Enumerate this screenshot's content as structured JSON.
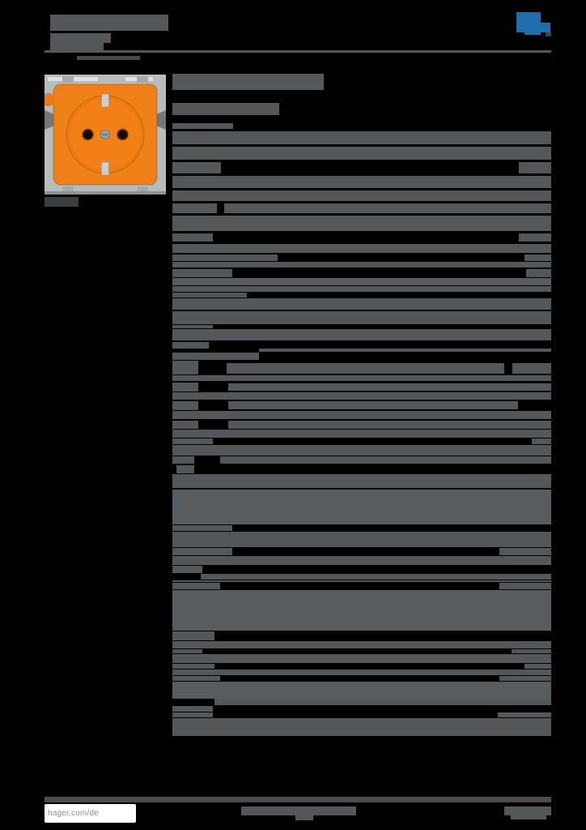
{
  "meta": {
    "document_kind": "product-datasheet-page",
    "visible_state": "text-redacted"
  },
  "colors": {
    "page_background": "#000000",
    "redaction_bar": "#54575a",
    "redaction_bar_light": "#595c5e",
    "footer_rule": "#4a4d4f",
    "caption_bar": "#3b3e40",
    "brand_blue": "#1e6fa9",
    "product_orange": "#f08119",
    "photo_background": "#b9bcbd"
  },
  "header": {
    "logo_icon": "hager-logo",
    "bars": [
      [
        62,
        18,
        146,
        20
      ],
      [
        62,
        41,
        75,
        12
      ],
      [
        62,
        53,
        66,
        10
      ],
      [
        55,
        62,
        626,
        3
      ],
      [
        95,
        69,
        78,
        5,
        "#46494b"
      ]
    ],
    "logo_parts": [
      [
        638,
        15,
        30,
        25,
        "blue"
      ],
      [
        668,
        28,
        12,
        12,
        "blue"
      ],
      [
        648,
        40,
        20,
        3,
        "blue"
      ],
      [
        674,
        40,
        7,
        5,
        "#3f4244"
      ]
    ]
  },
  "product": {
    "photo_icon": "orange-schuko-socket-photo",
    "caption_bars": [
      [
        55,
        243,
        42,
        12,
        "#3b3e40"
      ]
    ]
  },
  "title_block": {
    "bars": [
      [
        213,
        91,
        187,
        20
      ],
      [
        213,
        127,
        132,
        15
      ],
      [
        213,
        152,
        75,
        7
      ]
    ]
  },
  "body": {
    "bars": [
      [
        213,
        162,
        468,
        16
      ],
      [
        213,
        181,
        468,
        16
      ],
      [
        213,
        200,
        60,
        14
      ],
      [
        641,
        200,
        40,
        14
      ],
      [
        213,
        217,
        468,
        15
      ],
      [
        213,
        235,
        468,
        13
      ],
      [
        213,
        251,
        55,
        12
      ],
      [
        277,
        251,
        404,
        12
      ],
      [
        213,
        266,
        468,
        19
      ],
      [
        213,
        288,
        50,
        10
      ],
      [
        641,
        288,
        40,
        10
      ],
      [
        213,
        301,
        468,
        11
      ],
      [
        213,
        314,
        130,
        8
      ],
      [
        648,
        314,
        33,
        8
      ],
      [
        213,
        323,
        468,
        7
      ],
      [
        213,
        332,
        74,
        10
      ],
      [
        650,
        332,
        31,
        10
      ],
      [
        213,
        343,
        468,
        9,
        "#595c5e"
      ],
      [
        213,
        353,
        468,
        7
      ],
      [
        213,
        361,
        92,
        6
      ],
      [
        213,
        368,
        468,
        14
      ],
      [
        213,
        384,
        468,
        16
      ],
      [
        213,
        401,
        50,
        4
      ],
      [
        213,
        406,
        468,
        14
      ],
      [
        213,
        422,
        45,
        8
      ],
      [
        320,
        430,
        361,
        4
      ],
      [
        213,
        435,
        107,
        9
      ],
      [
        213,
        445,
        32,
        17
      ],
      [
        280,
        448,
        343,
        13
      ],
      [
        633,
        448,
        48,
        13
      ],
      [
        213,
        463,
        468,
        7
      ],
      [
        213,
        472,
        32,
        11
      ],
      [
        282,
        473,
        399,
        9
      ],
      [
        213,
        484,
        468,
        9
      ],
      [
        213,
        495,
        32,
        11
      ],
      [
        282,
        495,
        358,
        10
      ],
      [
        213,
        507,
        468,
        10
      ],
      [
        213,
        519,
        32,
        10
      ],
      [
        282,
        519,
        399,
        10
      ],
      [
        213,
        530,
        468,
        10
      ],
      [
        213,
        541,
        50,
        7
      ],
      [
        657,
        541,
        24,
        7
      ],
      [
        213,
        549,
        468,
        13
      ],
      [
        213,
        563,
        27,
        9
      ],
      [
        272,
        563,
        409,
        9
      ],
      [
        218,
        574,
        22,
        10
      ],
      [
        213,
        585,
        468,
        17
      ],
      [
        213,
        604,
        468,
        43,
        "#595c5e"
      ],
      [
        213,
        648,
        74,
        7
      ],
      [
        213,
        656,
        468,
        19
      ],
      [
        213,
        676,
        74,
        9
      ],
      [
        617,
        676,
        64,
        9
      ],
      [
        213,
        686,
        468,
        11
      ],
      [
        213,
        698,
        37,
        9
      ],
      [
        248,
        708,
        433,
        7
      ],
      [
        213,
        716,
        468,
        2
      ],
      [
        213,
        719,
        59,
        8
      ],
      [
        617,
        719,
        64,
        8
      ],
      [
        213,
        728,
        468,
        50,
        "#595c5e"
      ],
      [
        213,
        779,
        52,
        11
      ],
      [
        213,
        791,
        468,
        9
      ],
      [
        213,
        801,
        37,
        5
      ],
      [
        632,
        801,
        49,
        5
      ],
      [
        213,
        807,
        468,
        11
      ],
      [
        213,
        819,
        52,
        6
      ],
      [
        648,
        819,
        33,
        6
      ],
      [
        213,
        826,
        468,
        7
      ],
      [
        213,
        834,
        59,
        6
      ],
      [
        617,
        834,
        64,
        6
      ],
      [
        213,
        841,
        468,
        21,
        "#595c5e"
      ],
      [
        265,
        862,
        416,
        8
      ],
      [
        213,
        871,
        50,
        7
      ],
      [
        213,
        879,
        50,
        6
      ],
      [
        615,
        879,
        66,
        6
      ],
      [
        213,
        886,
        468,
        22
      ]
    ]
  },
  "footer": {
    "website": "hager.com/de",
    "bars": [
      [
        55,
        983,
        626,
        7,
        "#4a4d4f"
      ],
      [
        298,
        995,
        142,
        11
      ],
      [
        365,
        1006,
        22,
        6
      ],
      [
        623,
        995,
        58,
        11
      ],
      [
        631,
        1006,
        44,
        5
      ]
    ]
  }
}
